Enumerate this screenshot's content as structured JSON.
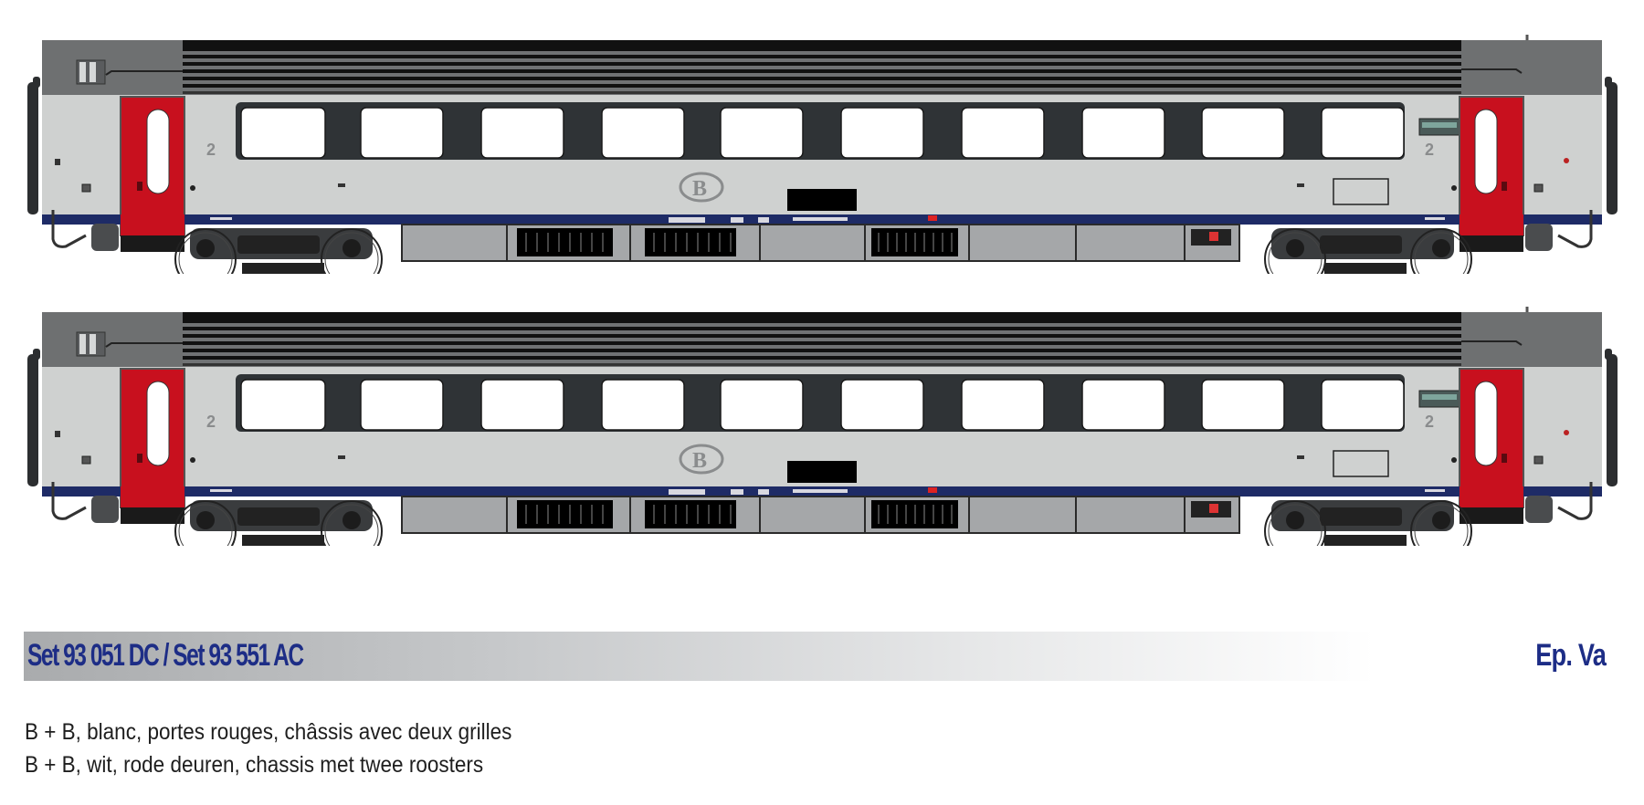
{
  "illustration": {
    "subject": "Belgian railway passenger coach side view, two coaches",
    "coaches": [
      {
        "class_number": "2",
        "class_number_right": "2",
        "logo": "B",
        "colors": {
          "body": "#cfd1d0",
          "roof_cap": "#6e7071",
          "roof_ribs": "#1a1a1a",
          "door": "#c8101e",
          "stripe": "#1e2b66",
          "window_band": "#2f3336",
          "underframe": "#a5a7a9"
        }
      },
      {
        "class_number": "2",
        "class_number_right": "2",
        "logo": "B",
        "colors": {
          "body": "#cfd1d0",
          "roof_cap": "#6e7071",
          "roof_ribs": "#1a1a1a",
          "door": "#c8101e",
          "stripe": "#1e2b66",
          "window_band": "#2f3336",
          "underframe": "#a5a7a9"
        }
      }
    ]
  },
  "product": {
    "title": "Set 93 051 DC / Set 93 551 AC",
    "epoch": "Ep. Va",
    "description_fr": "B + B, blanc, portes rouges, châssis avec deux grilles",
    "description_nl": "B + B, wit, rode deuren, chassis met twee roosters"
  },
  "colors": {
    "title_navy": "#1d2d86",
    "band_start": "#a9abad",
    "band_end": "#ffffff",
    "text": "#1e1e1e"
  }
}
